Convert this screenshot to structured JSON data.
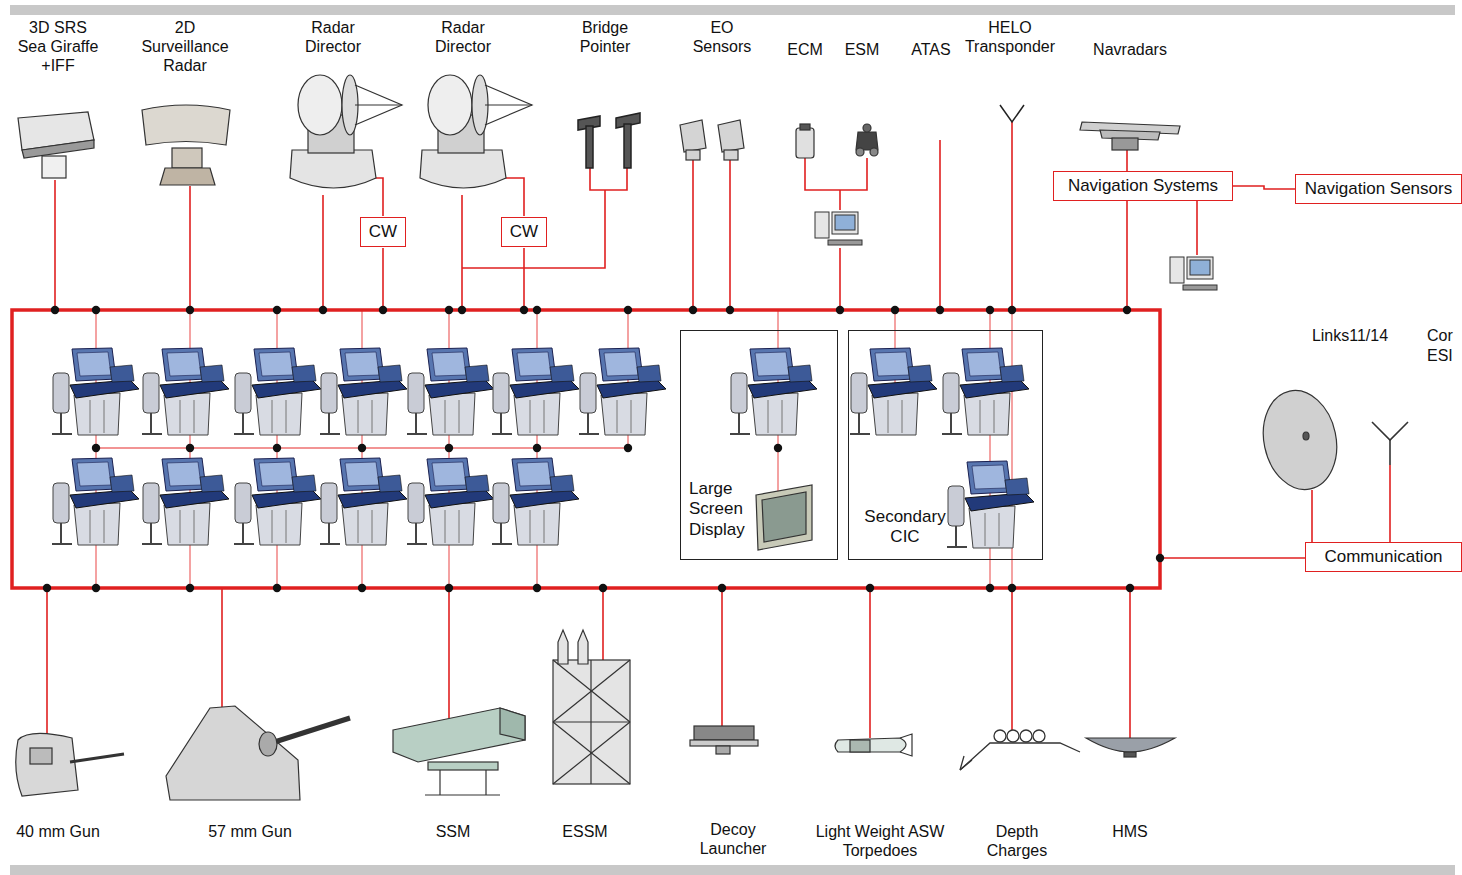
{
  "diagram": {
    "nodes": [
      {
        "text": [
          "CW"
        ]
      },
      {
        "text": [
          "CW"
        ]
      },
      {
        "text": [
          "Navigation Systems"
        ]
      },
      {
        "text": [
          "Navigation Sensors"
        ]
      },
      {
        "text": [
          "Large Screen Display"
        ]
      },
      {
        "text": [
          "Secondary CIC"
        ]
      },
      {
        "text": [
          "Communication"
        ]
      }
    ],
    "edges": [
      {
        "from": 2,
        "to": 3,
        "arrow": "none"
      }
    ],
    "labels": [
      "3D SRS Sea Giraffe +IFF",
      "2D Surveillance Radar",
      "Radar Director",
      "Radar Director",
      "Bridge Pointer",
      "EO Sensors",
      "ECM",
      "ESM",
      "ATAS",
      "HELO Transponder",
      "Navradars",
      "Links11/14",
      "Cor",
      "ESI",
      "40 mm Gun",
      "57 mm Gun",
      "SSM",
      "ESSM",
      "Decoy Launcher",
      "Light Weight ASW Torpedoes",
      "Depth Charges",
      "HMS"
    ]
  }
}
